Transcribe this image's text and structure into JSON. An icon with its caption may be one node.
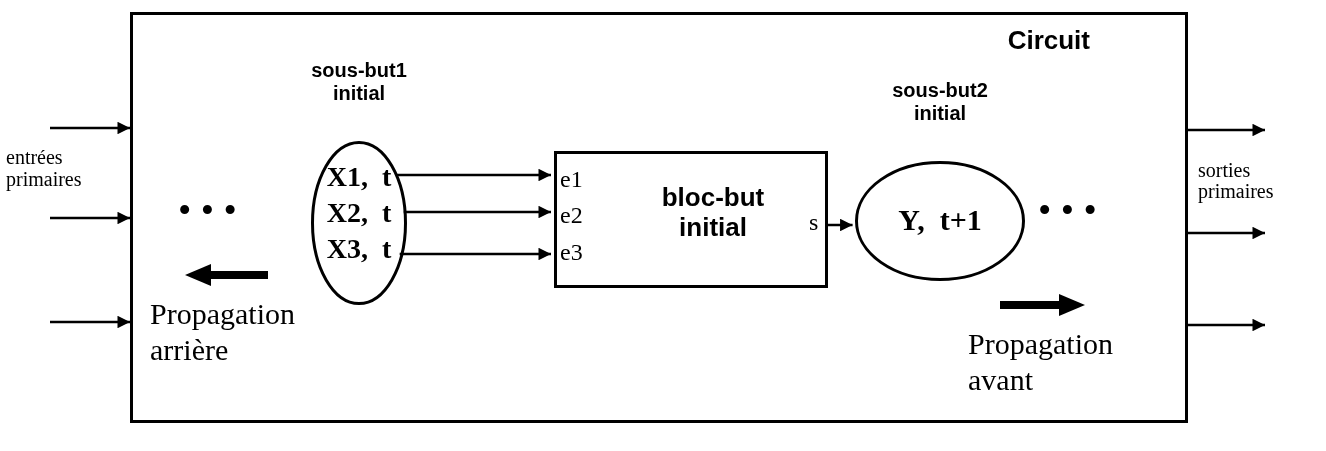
{
  "diagram": {
    "nodes": [
      {
        "text": [
          "Circuit"
        ]
      },
      {
        "text": [
          "sous-but1 initial",
          "X1,  t",
          "X2,  t",
          "X3,  t"
        ],
        "in": 0
      },
      {
        "text": [
          "e1",
          "e2",
          "e3",
          "bloc-but initial",
          "s"
        ],
        "in": 0
      },
      {
        "text": [
          "sous-but2 initial",
          "Y,  t+1"
        ],
        "in": 0
      }
    ],
    "edges": [
      {
        "from": null,
        "to": 0,
        "arrow": "to"
      },
      {
        "from": null,
        "to": 0,
        "arrow": "to"
      },
      {
        "from": null,
        "to": 0,
        "arrow": "to"
      },
      {
        "from": 1,
        "to": 2,
        "arrow": "to"
      },
      {
        "from": 1,
        "to": 2,
        "arrow": "to"
      },
      {
        "from": 1,
        "to": 2,
        "arrow": "to"
      },
      {
        "from": 2,
        "to": 3,
        "arrow": "to"
      },
      {
        "from": 0,
        "to": null,
        "arrow": "to"
      },
      {
        "from": 0,
        "to": null,
        "arrow": "to"
      },
      {
        "from": 0,
        "to": null,
        "arrow": "to"
      }
    ],
    "labels": [
      "entrées primaires",
      "• • •",
      "Propagation arrière",
      "• • •",
      "Propagation avant",
      "sorties primaires"
    ]
  }
}
